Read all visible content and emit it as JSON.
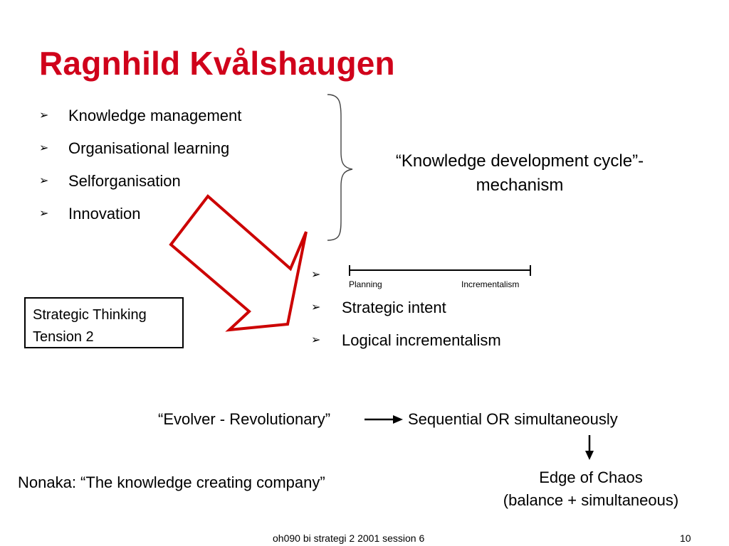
{
  "slide": {
    "title": "Ragnhild Kvålshaugen",
    "bullet_glyph": "➢",
    "top_bullets": [
      "Knowledge management",
      "Organisational learning",
      "Selforganisation",
      "Innovation"
    ],
    "cycle_line1": "“Knowledge development cycle”-",
    "cycle_line2": "mechanism",
    "scale": {
      "left_label": "Planning",
      "right_label": "Incrementalism"
    },
    "lower_bullets": [
      "Strategic intent",
      "Logical incrementalism"
    ],
    "box_line1": "Strategic Thinking",
    "box_line2": "Tension 2",
    "evolver": "“Evolver - Revolutionary”",
    "sequential": "Sequential OR simultaneously",
    "edge_line1": "Edge of Chaos",
    "edge_line2": "(balance + simultaneous)",
    "nonaka": "Nonaka: “The knowledge creating company”",
    "footer_text": "oh090 bi strategi 2 2001 session 6",
    "page_number": "10",
    "colors": {
      "title": "#d0021b",
      "arrow": "#cc0000"
    }
  }
}
